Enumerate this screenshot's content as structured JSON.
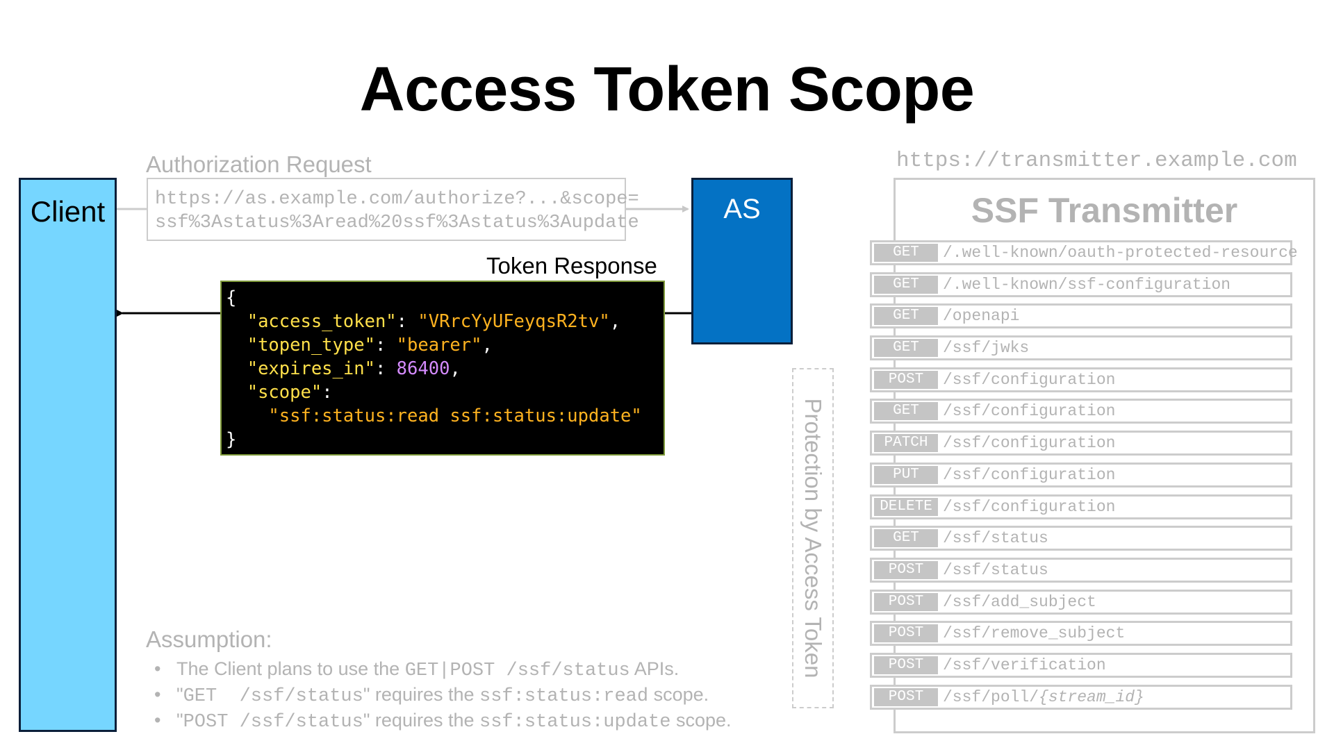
{
  "title": "Access Token Scope",
  "client": {
    "label": "Client"
  },
  "as": {
    "label": "AS"
  },
  "authorization_request": {
    "caption": "Authorization Request",
    "lines": [
      "https://as.example.com/authorize?...&scope=",
      "ssf%3Astatus%3Aread%20ssf%3Astatus%3Aupdate"
    ]
  },
  "token_response": {
    "caption": "Token Response",
    "open_brace": "{",
    "close_brace": "}",
    "access_token_key": "\"access_token\"",
    "access_token_value": "\"VRrcYyUFeyqsR2tv\"",
    "token_type_key": "\"topen_type\"",
    "token_type_value": "\"bearer\"",
    "expires_in_key": "\"expires_in\"",
    "expires_in_value": "86400",
    "scope_key": "\"scope\"",
    "scope_value": "\"ssf:status:read ssf:status:update\""
  },
  "assumption": {
    "title": "Assumption:",
    "bullet": "•",
    "items": [
      {
        "p1": "The Client plans to use the ",
        "m1": "GET|POST /ssf/status",
        "p2": " APIs."
      },
      {
        "p1": "\"",
        "m1": "GET  /ssf/status",
        "p2": "\" requires the ",
        "m2": "ssf:status:read",
        "p3": " scope."
      },
      {
        "p1": "\"",
        "m1": "POST /ssf/status",
        "p2": "\" requires the ",
        "m2": "ssf:status:update",
        "p3": " scope."
      }
    ]
  },
  "protection_label": "Protection by Access Token",
  "transmitter": {
    "url": "https://transmitter.example.com",
    "title": "SSF Transmitter",
    "endpoints": [
      {
        "method": "GET",
        "path": "/.well-known/oauth-protected-resource"
      },
      {
        "method": "GET",
        "path": "/.well-known/ssf-configuration"
      },
      {
        "method": "GET",
        "path": "/openapi"
      },
      {
        "method": "GET",
        "path": "/ssf/jwks"
      },
      {
        "method": "POST",
        "path": "/ssf/configuration"
      },
      {
        "method": "GET",
        "path": "/ssf/configuration"
      },
      {
        "method": "PATCH",
        "path": "/ssf/configuration"
      },
      {
        "method": "PUT",
        "path": "/ssf/configuration"
      },
      {
        "method": "DELETE",
        "path": "/ssf/configuration"
      },
      {
        "method": "GET",
        "path": "/ssf/status"
      },
      {
        "method": "POST",
        "path": "/ssf/status"
      },
      {
        "method": "POST",
        "path": "/ssf/add_subject"
      },
      {
        "method": "POST",
        "path": "/ssf/remove_subject"
      },
      {
        "method": "POST",
        "path": "/ssf/verification"
      },
      {
        "method": "POST",
        "path": "/ssf/poll/",
        "path_italic": "{stream_id}"
      }
    ]
  },
  "colors": {
    "client_fill": "#76d6ff",
    "as_fill": "#0472c4",
    "json_key": "#ffe04a",
    "json_string": "#ffb320",
    "json_number": "#d58bff",
    "muted_gray": "#b3b3b3"
  }
}
